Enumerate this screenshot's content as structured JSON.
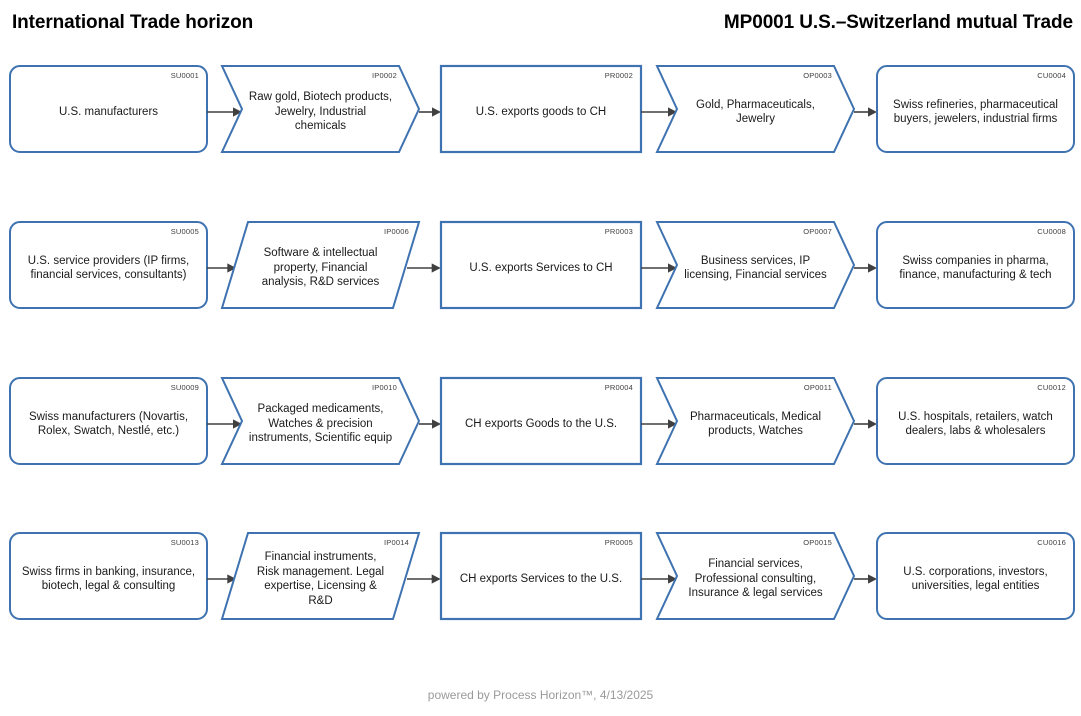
{
  "header": {
    "title_left": "International Trade horizon",
    "title_right": "MP0001 U.S.–Switzerland mutual Trade"
  },
  "footer": {
    "text": "powered by Process Horizon™, 4/13/2025"
  },
  "colors": {
    "shape_border": "#3E72B0",
    "shape_fill": "#FFFFFF",
    "arrow": "#404040",
    "text": "#1A1A1A",
    "id_text": "#3F3F3F",
    "footer_text": "#9A9A9A",
    "title_text": "#000000"
  },
  "columns": [
    {
      "key": "supplier",
      "shape": "rounded-rect"
    },
    {
      "key": "input",
      "shape": "chevron-or-parallelogram"
    },
    {
      "key": "process",
      "shape": "rectangle"
    },
    {
      "key": "output",
      "shape": "chevron"
    },
    {
      "key": "customer",
      "shape": "rounded-rect"
    }
  ],
  "rows": [
    {
      "supplier": {
        "id": "SU0001",
        "text": "U.S. manufacturers"
      },
      "input": {
        "id": "IP0002",
        "text": "Raw gold, Biotech products, Jewelry, Industrial chemicals",
        "shape": "chevron"
      },
      "process": {
        "id": "PR0002",
        "text": "U.S. exports goods to CH"
      },
      "output": {
        "id": "OP0003",
        "text": "Gold, Pharmaceuticals, Jewelry",
        "shape": "chevron"
      },
      "customer": {
        "id": "CU0004",
        "text": "Swiss refineries, pharmaceutical buyers, jewelers, industrial firms"
      }
    },
    {
      "supplier": {
        "id": "SU0005",
        "text": "U.S. service providers (IP firms, financial services, consultants)"
      },
      "input": {
        "id": "IP0006",
        "text": "Software & intellectual property, Financial analysis, R&D services",
        "shape": "parallelogram"
      },
      "process": {
        "id": "PR0003",
        "text": "U.S. exports Services to CH"
      },
      "output": {
        "id": "OP0007",
        "text": "Business services, IP licensing, Financial services",
        "shape": "chevron"
      },
      "customer": {
        "id": "CU0008",
        "text": "Swiss companies in pharma, finance, manufacturing & tech"
      }
    },
    {
      "supplier": {
        "id": "SU0009",
        "text": "Swiss manufacturers (Novartis, Rolex, Swatch, Nestlé, etc.)"
      },
      "input": {
        "id": "IP0010",
        "text": "Packaged medicaments, Watches & precision instruments, Scientific equip",
        "shape": "chevron"
      },
      "process": {
        "id": "PR0004",
        "text": "CH exports Goods to the U.S."
      },
      "output": {
        "id": "OP0011",
        "text": "Pharmaceuticals, Medical products, Watches",
        "shape": "chevron"
      },
      "customer": {
        "id": "CU0012",
        "text": "U.S. hospitals, retailers, watch dealers, labs & wholesalers"
      }
    },
    {
      "supplier": {
        "id": "SU0013",
        "text": "Swiss firms in banking, insurance, biotech, legal & consulting"
      },
      "input": {
        "id": "IP0014",
        "text": "Financial instruments, Risk management. Legal expertise, Licensing & R&D",
        "shape": "parallelogram"
      },
      "process": {
        "id": "PR0005",
        "text": "CH exports Services to the U.S."
      },
      "output": {
        "id": "OP0015",
        "text": "Financial services, Professional consulting, Insurance & legal services",
        "shape": "chevron"
      },
      "customer": {
        "id": "CU0016",
        "text": "U.S. corporations, investors, universities, legal entities"
      }
    }
  ]
}
